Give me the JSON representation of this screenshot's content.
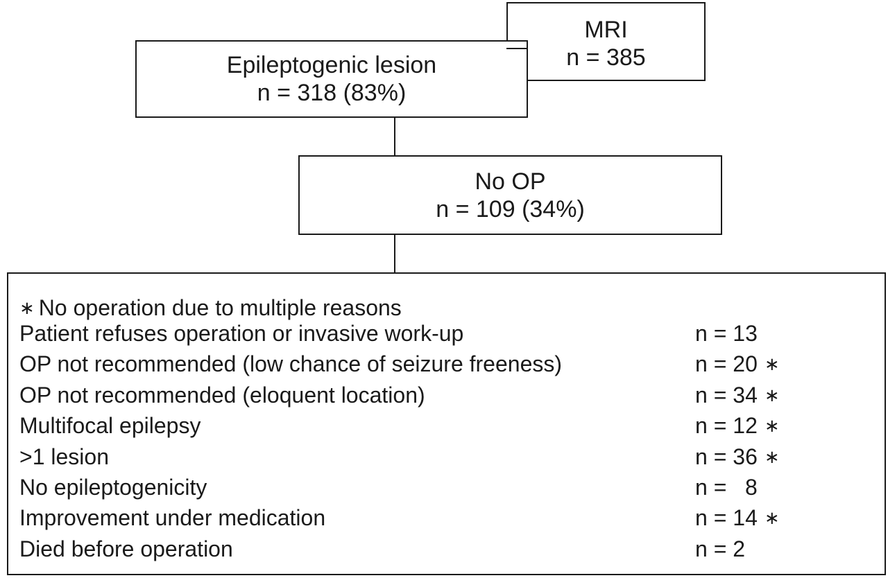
{
  "mri": {
    "title": "MRI",
    "count": "n = 385"
  },
  "lesion": {
    "title": "Epileptogenic lesion",
    "count": "n = 318 (83%)"
  },
  "no_op": {
    "title": "No OP",
    "count": "n = 109 (34%)"
  },
  "reasons": {
    "note_symbol": "∗",
    "note": "No operation due to multiple reasons",
    "items": [
      {
        "label": "Patient refuses operation or invasive work-up",
        "count": "n = 13",
        "mark": ""
      },
      {
        "label": "OP not recommended (low chance of seizure freeness)",
        "count": "n = 20",
        "mark": "∗"
      },
      {
        "label": "OP not recommended (eloquent location)",
        "count": "n = 34",
        "mark": "∗"
      },
      {
        "label": "Multifocal epilepsy",
        "count": "n = 12",
        "mark": "∗"
      },
      {
        "label": ">1 lesion",
        "count": "n = 36",
        "mark": "∗"
      },
      {
        "label": "No epileptogenicity",
        "count": "n =   8",
        "mark": ""
      },
      {
        "label": "Improvement under medication",
        "count": "n = 14",
        "mark": "∗"
      },
      {
        "label": "Died before operation",
        "count": "n = 2",
        "mark": ""
      }
    ]
  }
}
